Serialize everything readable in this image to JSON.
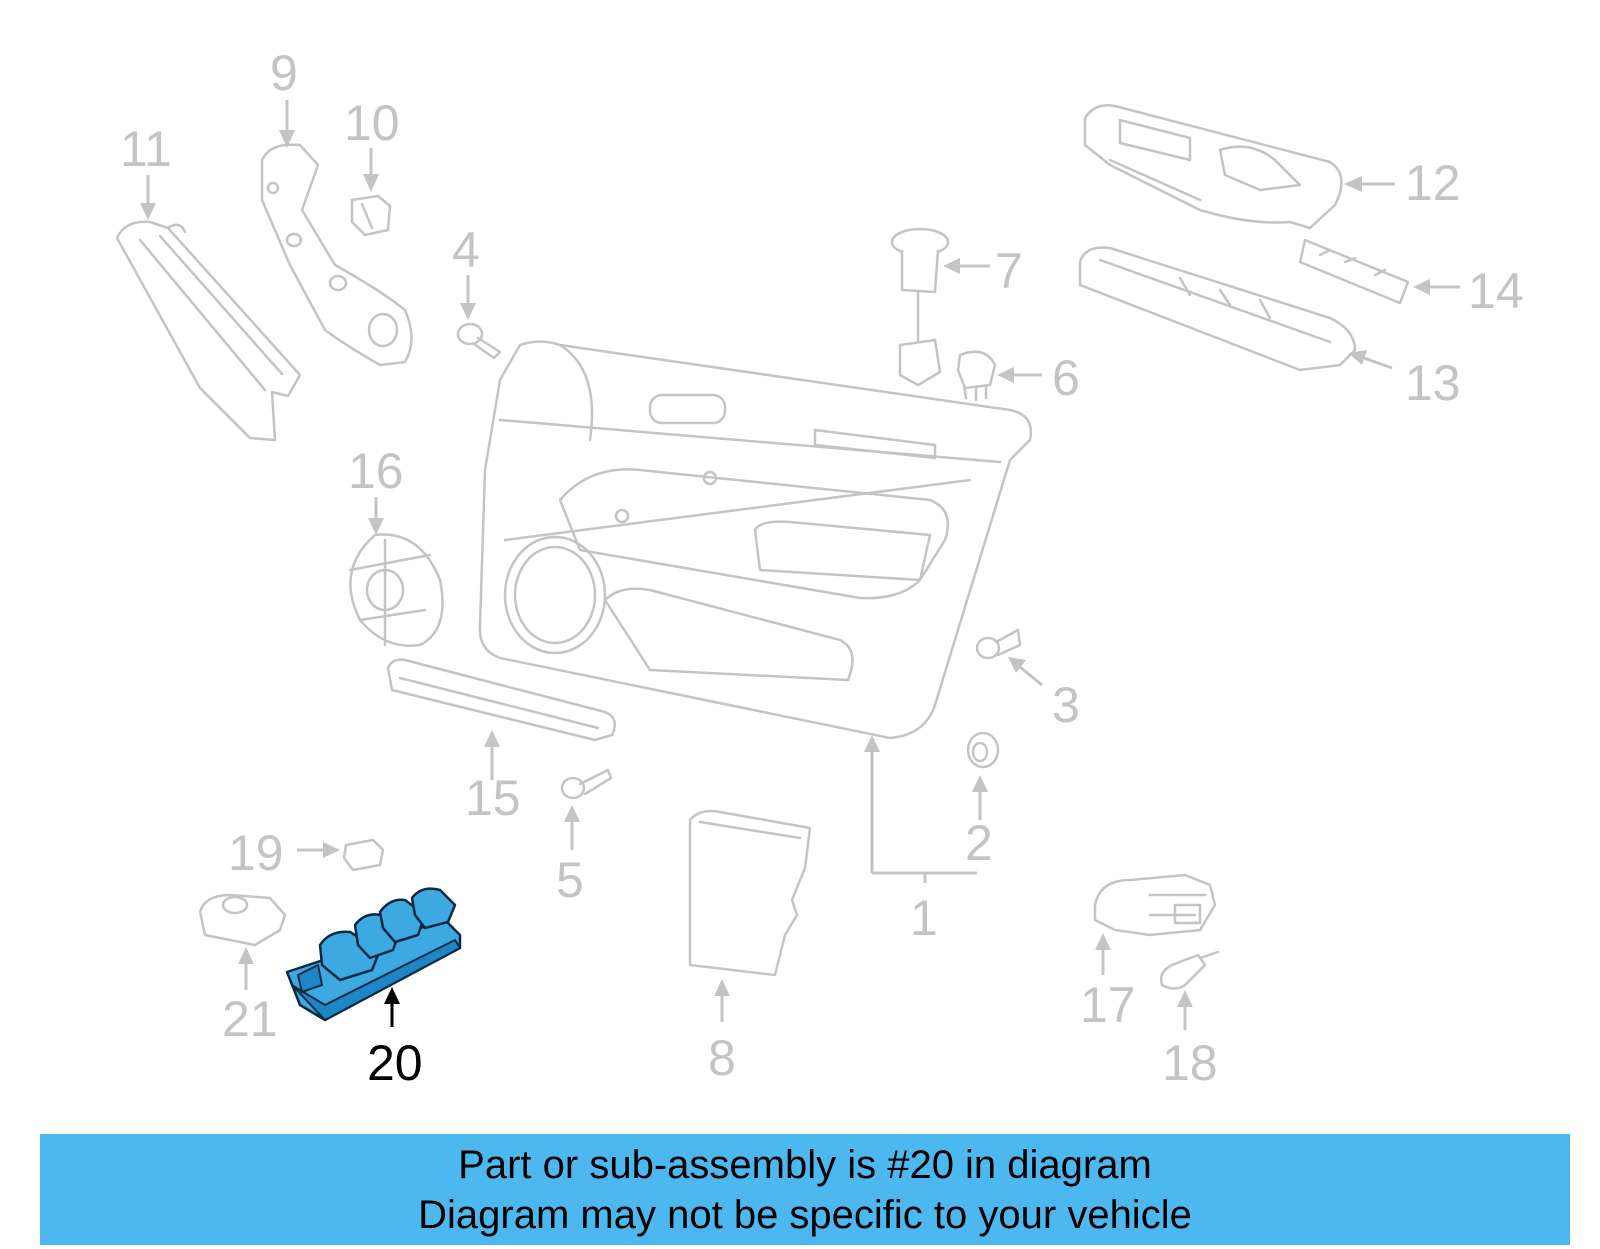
{
  "diagram": {
    "highlighted_part": "20",
    "labels": {
      "p1": "1",
      "p2": "2",
      "p3": "3",
      "p4": "4",
      "p5": "5",
      "p6": "6",
      "p7": "7",
      "p8": "8",
      "p9": "9",
      "p10": "10",
      "p11": "11",
      "p12": "12",
      "p13": "13",
      "p14": "14",
      "p15": "15",
      "p16": "16",
      "p17": "17",
      "p18": "18",
      "p19": "19",
      "p20": "20",
      "p21": "21"
    },
    "colors": {
      "part_line": "#c4c4c4",
      "highlight_fill": "#3da9e0",
      "banner_bg": "#4db8f0"
    }
  },
  "banner": {
    "line1": "Part or sub-assembly is #20 in diagram",
    "line2": "Diagram may not be specific to your vehicle"
  }
}
